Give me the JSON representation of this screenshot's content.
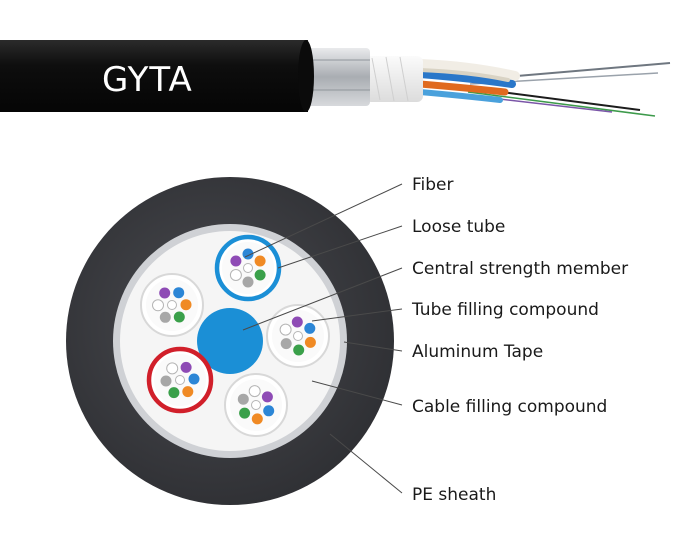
{
  "cable": {
    "brand_text": "GYTA",
    "jacket_color": "#141414",
    "armor_color": "#b9bcc0",
    "tube_color": "#7a7f86"
  },
  "labels": [
    {
      "key": "fiber",
      "text": "Fiber"
    },
    {
      "key": "loose-tube",
      "text": "Loose tube"
    },
    {
      "key": "central-strength-member",
      "text": "Central strength member"
    },
    {
      "key": "tube-filling-compound",
      "text": "Tube filling compound"
    },
    {
      "key": "aluminum-tape",
      "text": "Aluminum Tape"
    },
    {
      "key": "cable-filling-compound",
      "text": "Cable filling compound"
    },
    {
      "key": "pe-sheath",
      "text": "PE sheath"
    }
  ],
  "colors": {
    "sheath": "#3c3d42",
    "aluminum_ring": "#c9cbcf",
    "cable_filler": "#f4f4f4",
    "central_member": "#1b8fd6",
    "blue_tube_ring": "#1b8fd6",
    "red_tube_ring": "#d11f2a",
    "fiber_palette": [
      "#2c86d6",
      "#f08a24",
      "#3aa04a",
      "#a7a7a7",
      "#ffffff",
      "#8e4bb5"
    ]
  }
}
